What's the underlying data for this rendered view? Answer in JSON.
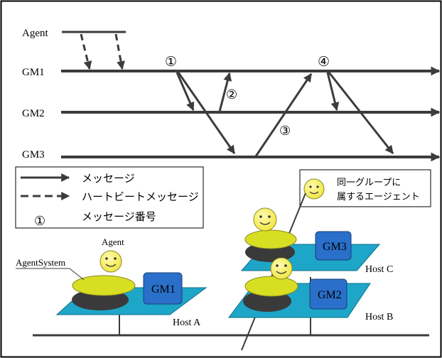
{
  "timeline": {
    "agent_label": "Agent",
    "gm1_label": "GM1",
    "gm2_label": "GM2",
    "gm3_label": "GM3",
    "step1": "①",
    "step2": "②",
    "step3": "③",
    "step4": "④"
  },
  "legend": {
    "message_label": "メッセージ",
    "heartbeat_label": "ハートビートメッセージ",
    "number_symbol": "①",
    "number_label": "メッセージ番号"
  },
  "group_legend": {
    "line1": "同一グループに",
    "line2": "属するエージェント"
  },
  "hosts": {
    "agent_label": "Agent",
    "agentsystem_label": "AgentSystem",
    "host_a": {
      "name": "Host A",
      "gm": "GM1"
    },
    "host_b": {
      "name": "Host B",
      "gm": "GM2"
    },
    "host_c": {
      "name": "Host C",
      "gm": "GM3"
    }
  },
  "colors": {
    "line": "#3c3c3c",
    "platform": "#1ea6c8",
    "gm_box": "#2a6fc9",
    "disc_top": "#d8de22",
    "disc_bottom": "#3a3a3a",
    "face": "#f4f04a"
  }
}
